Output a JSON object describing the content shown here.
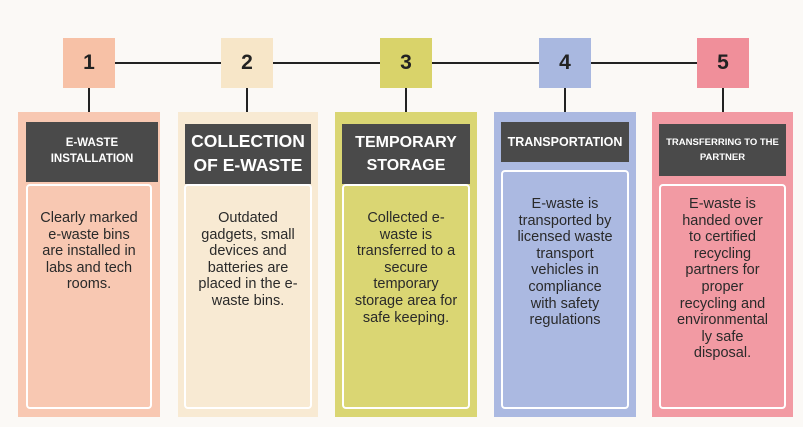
{
  "colors": {
    "step1": "#f7c1a6",
    "step2": "#f7e6c8",
    "step3": "#d9d36a",
    "step4": "#a9b8e0",
    "step5": "#f08f9a",
    "card1": "#f8c8b2",
    "card2": "#f8ead3",
    "card3": "#dad673",
    "card4": "#abb9e1",
    "card5": "#f29aa3",
    "title_bg": "#4a4a4a"
  },
  "steps": [
    {
      "number": "1",
      "title_lines": [
        "E-WASTE",
        "INSTALLATION"
      ],
      "description_lines": [
        "Clearly marked",
        "e-waste bins",
        "are installed in",
        "labs and tech",
        "rooms."
      ]
    },
    {
      "number": "2",
      "title_lines": [
        "COLLECTION",
        "OF E-WASTE"
      ],
      "description_lines": [
        "Outdated",
        "gadgets, small",
        "devices and",
        "batteries are",
        "placed in the e-",
        "waste bins."
      ]
    },
    {
      "number": "3",
      "title_lines": [
        "TEMPORARY",
        "STORAGE"
      ],
      "description_lines": [
        "Collected e-",
        "waste is",
        "transferred to a",
        "secure",
        "temporary",
        "storage area for",
        "safe keeping."
      ]
    },
    {
      "number": "4",
      "title_lines": [
        "TRANSPORTATION"
      ],
      "description_lines": [
        "E-waste is",
        "transported by",
        "licensed waste",
        "transport",
        "vehicles in",
        "compliance",
        "with safety",
        "regulations"
      ]
    },
    {
      "number": "5",
      "title_lines": [
        "TRANSFERRING TO THE",
        "PARTNER"
      ],
      "description_lines": [
        "E-waste is",
        "handed over",
        "to certified",
        "recycling",
        "partners for",
        "proper",
        "recycling and",
        "environmental",
        "ly safe",
        "disposal."
      ]
    }
  ]
}
